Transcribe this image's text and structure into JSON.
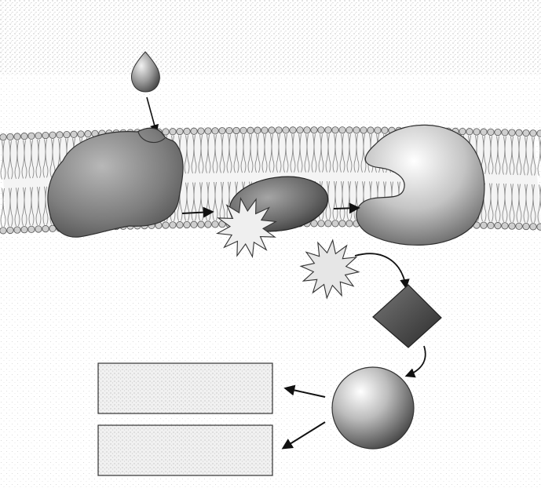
{
  "diagram": {
    "type": "cell-signaling-pathway",
    "background_color": "#ffffff",
    "extracellular_color": "#dcdcdc",
    "membrane": {
      "head_color": "#cfcfcf",
      "tail_color": "#8a8a8a",
      "outline_color": "#555555"
    },
    "ligand": {
      "shape": "teardrop",
      "color": "#8c8c8c"
    },
    "receptor": {
      "shape": "blob",
      "color": "#7e7e7e"
    },
    "g_protein": {
      "shape": "ellipse",
      "color": "#6f6f6f"
    },
    "effector_enzyme": {
      "shape": "c-shape",
      "color": "#9a9a9a"
    },
    "starburst_activator": {
      "shape": "starburst",
      "color": "#eeeeee"
    },
    "second_messenger": {
      "shape": "starburst",
      "color": "#e8e8e8"
    },
    "protein_kinase": {
      "shape": "diamond",
      "color": "#555555"
    },
    "response_sphere": {
      "shape": "sphere",
      "color": "#9b9b9b"
    },
    "arrow_color": "#111111",
    "answer_boxes": [
      {
        "label": ""
      },
      {
        "label": ""
      }
    ],
    "answer_box_fill": "#e6e6e6",
    "answer_box_border": "#333333"
  }
}
